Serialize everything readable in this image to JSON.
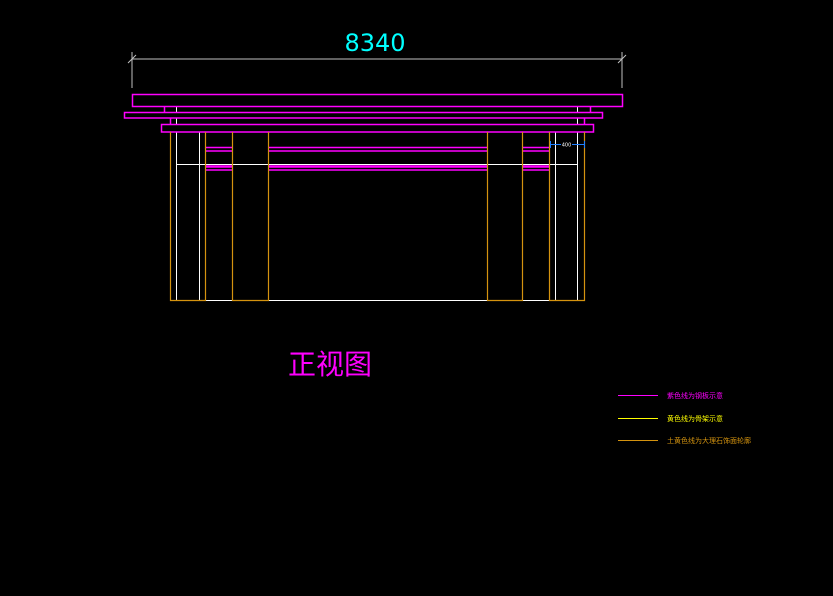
{
  "drawing": {
    "overall_dimension": "8340",
    "leg_dimension": "400",
    "view_title": "正视图"
  },
  "legend": [
    {
      "label": "紫色线为钢板示意",
      "color": "#ff00ff"
    },
    {
      "label": "黄色线为骨架示意",
      "color": "#ffff00"
    },
    {
      "label": "土黄色线为大理石饰面轮廓",
      "color": "#d4930f"
    }
  ],
  "colors": {
    "background": "#000000",
    "dimension_text": "#00ffff",
    "dimension_line": "#c0c0c0",
    "steel": "#ff00ff",
    "outline": "#ffffff",
    "marble": "#d4930f",
    "annotation": "#1e7fff"
  }
}
